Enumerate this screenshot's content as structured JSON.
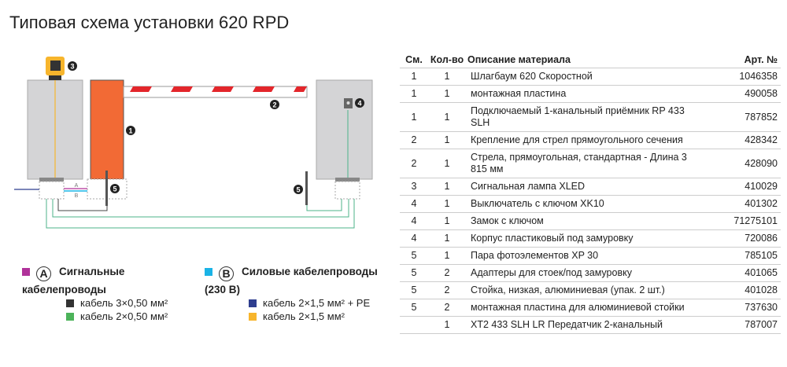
{
  "title": "Типовая схема установки 620 RPD",
  "diagram": {
    "callouts": [
      "1",
      "2",
      "3",
      "4",
      "5",
      "5"
    ],
    "wire_labels": [
      "A",
      "B"
    ]
  },
  "legend": {
    "a": {
      "badge": "A",
      "title_line1": "Сигнальные",
      "title_line2": "кабелепроводы",
      "color": "#b0329a",
      "items": [
        {
          "label": "кабель 3×0,50 мм²",
          "color": "#333333"
        },
        {
          "label": "кабель 2×0,50 мм²",
          "color": "#4cb35a"
        }
      ]
    },
    "b": {
      "badge": "B",
      "title_line1": "Силовые кабелепроводы",
      "title_line2": "(230 В)",
      "color": "#1ab3e6",
      "items": [
        {
          "label": "кабель 2×1,5 мм² + PE",
          "color": "#2e3e8f"
        },
        {
          "label": "кабель 2×1,5 мм²",
          "color": "#f7b52c"
        }
      ]
    }
  },
  "table": {
    "headers": [
      "См.",
      "Кол-во",
      "Описание материала",
      "Арт. №"
    ],
    "rows": [
      [
        "1",
        "1",
        "Шлагбаум 620 Скоростной",
        "1046358"
      ],
      [
        "1",
        "1",
        "монтажная пластина",
        "490058"
      ],
      [
        "1",
        "1",
        "Подключаемый 1-канальный приёмник RP 433 SLH",
        "787852"
      ],
      [
        "2",
        "1",
        "Крепление для стрел прямоугольного сечения",
        "428342"
      ],
      [
        "2",
        "1",
        "Стрела, прямоугольная, стандартная - Длина 3 815 мм",
        "428090"
      ],
      [
        "3",
        "1",
        "Сигнальная лампа XLED",
        "410029"
      ],
      [
        "4",
        "1",
        "Выключатель с ключом XK10",
        "401302"
      ],
      [
        "4",
        "1",
        "Замок с ключом",
        "71275101"
      ],
      [
        "4",
        "1",
        "Корпус пластиковый под замуровку",
        "720086"
      ],
      [
        "5",
        "1",
        "Пара фотоэлементов XP 30",
        "785105"
      ],
      [
        "5",
        "2",
        "Адаптеры для стоек/под замуровку",
        "401065"
      ],
      [
        "5",
        "2",
        "Стойка, низкая, алюминиевая (упак. 2 шт.)",
        "401028"
      ],
      [
        "5",
        "2",
        "монтажная пластина для алюминиевой стойки",
        "737630"
      ],
      [
        "",
        "1",
        "XT2 433 SLH LR Передатчик 2-канальный",
        "787007"
      ]
    ]
  }
}
